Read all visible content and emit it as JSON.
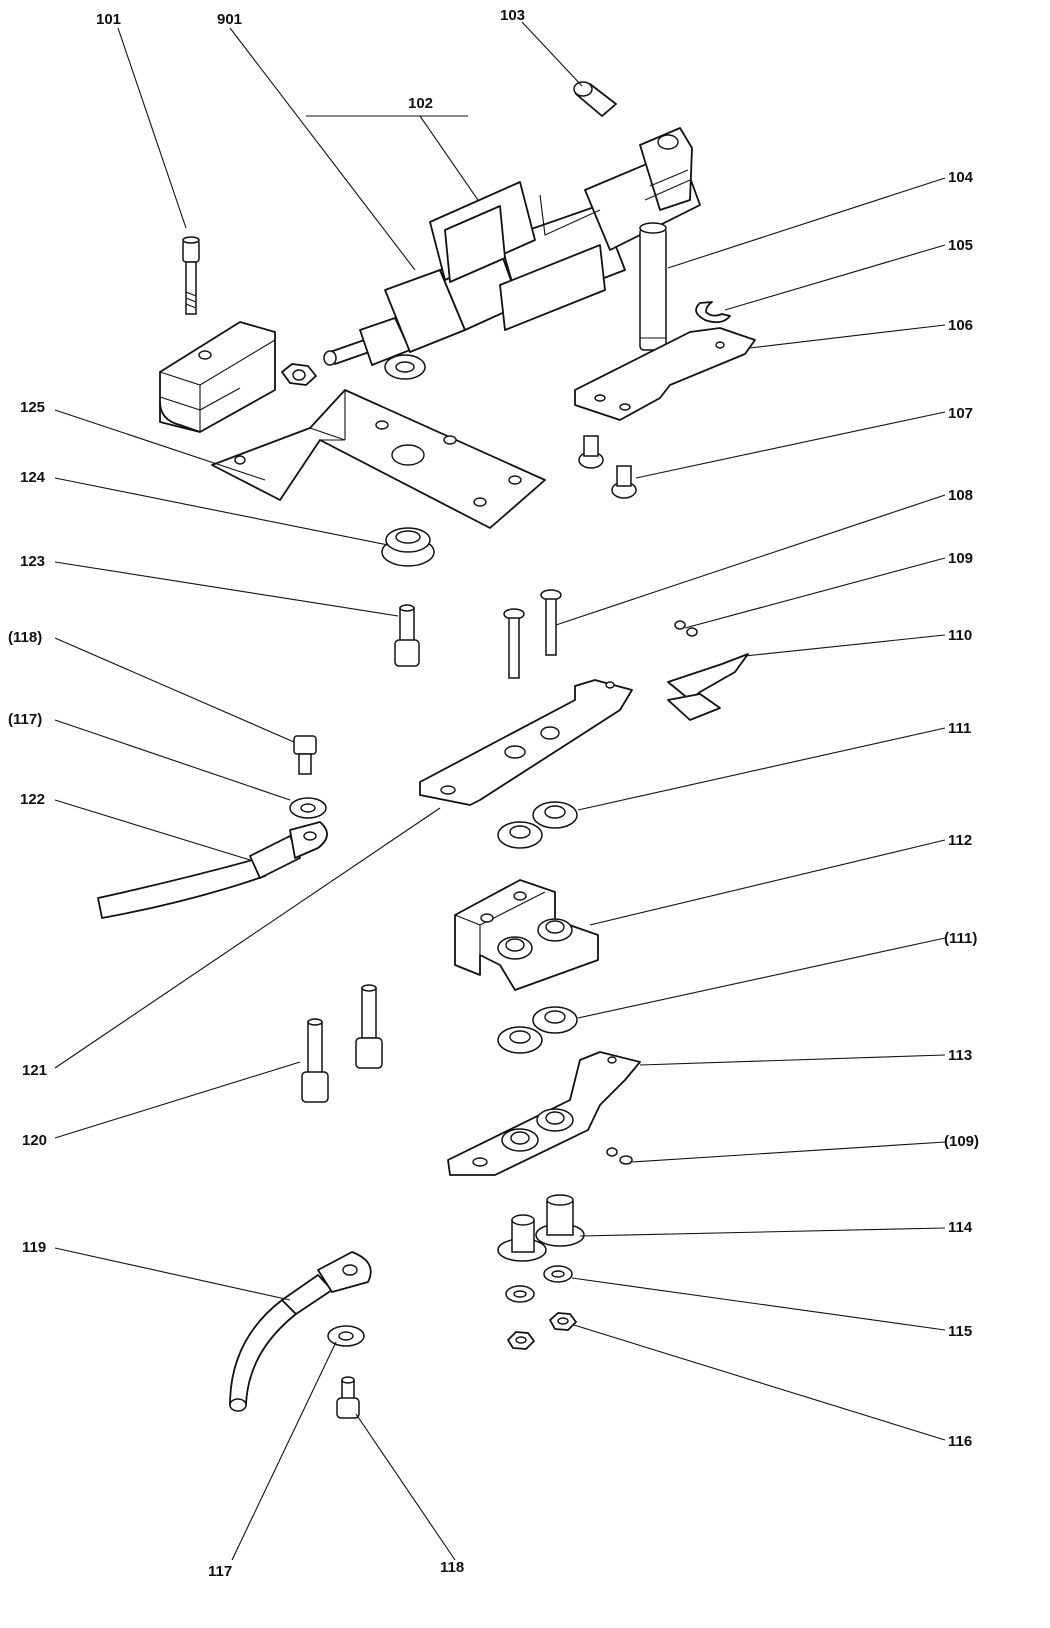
{
  "callouts": {
    "c101": "101",
    "c901": "901",
    "c103": "103",
    "c102": "102",
    "c104": "104",
    "c105": "105",
    "c106": "106",
    "c107": "107",
    "c125": "125",
    "c124": "124",
    "c108": "108",
    "c109": "109",
    "c123": "123",
    "c110": "110",
    "c118p": "(118)",
    "c117p": "(117)",
    "c111": "111",
    "c122": "122",
    "c112": "112",
    "c111p": "(111)",
    "c113": "113",
    "c121": "121",
    "c120": "120",
    "c109p": "(109)",
    "c114": "114",
    "c119": "119",
    "c115": "115",
    "c116": "116",
    "c117": "117",
    "c118": "118"
  }
}
